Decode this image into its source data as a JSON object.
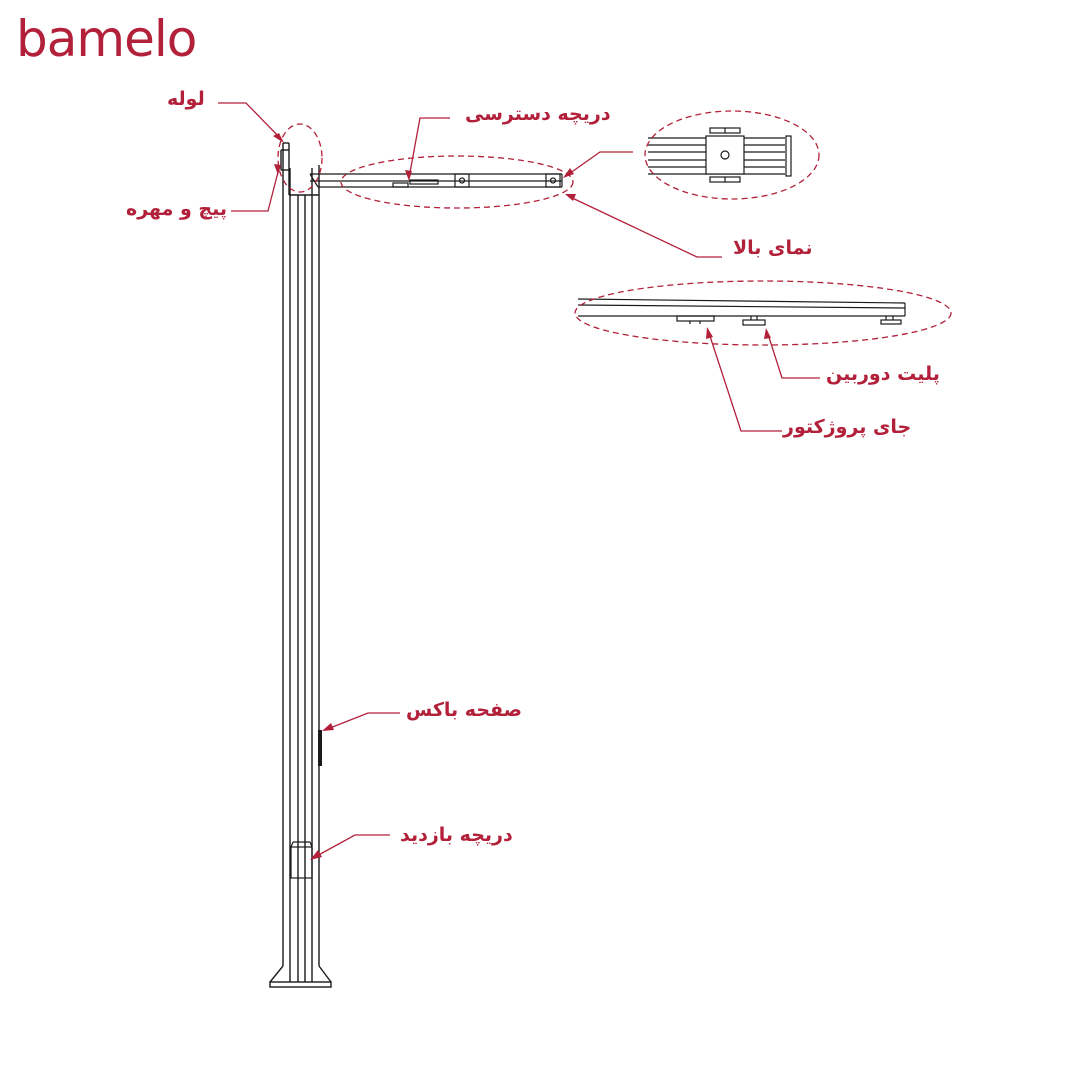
{
  "brand": {
    "name": "bamelo",
    "color": "#b2203a"
  },
  "labels": {
    "pipe": "لوله",
    "bolt_nut": "پیچ و مهره",
    "access_hatch": "دریچه دسترسی",
    "top_view": "نمای بالا",
    "camera_plate": "پلیت دوربین",
    "projector_mount": "جای پروژکتور",
    "box_panel": "صفحه باکس",
    "inspection_hatch": "دریچه بازدید"
  },
  "colors": {
    "line": "#1a1a1a",
    "accent": "#b2203a"
  }
}
